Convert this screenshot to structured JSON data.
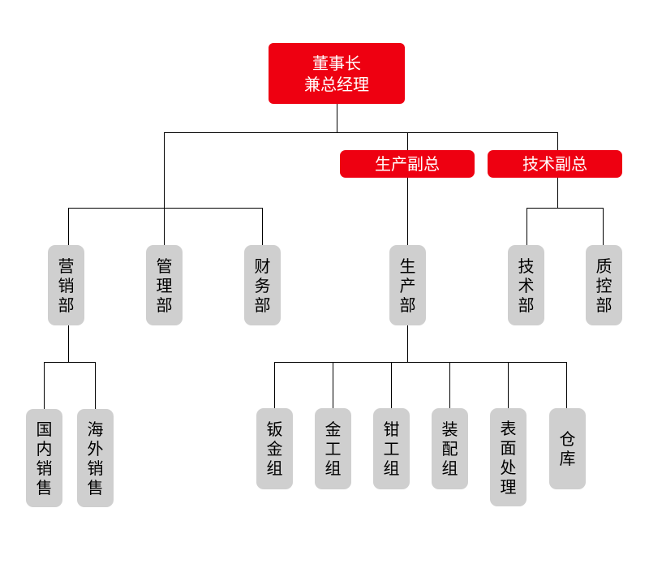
{
  "colors": {
    "executive": "#ee0011",
    "department": "#cfcfcf",
    "line": "#000000"
  },
  "top": {
    "line1": "董事长",
    "line2": "兼总经理"
  },
  "vp_production": "生产副总",
  "vp_technology": "技术副总",
  "departments": {
    "marketing": "营销部",
    "management": "管理部",
    "finance": "财务部",
    "production": "生产部",
    "technology": "技术部",
    "quality": "质控部"
  },
  "marketing_units": {
    "domestic": "国内销售",
    "overseas": "海外销售"
  },
  "production_units": {
    "sheet_metal": "钣金组",
    "metalwork": "金工组",
    "fitter": "钳工组",
    "assembly": "装配组",
    "surface": "表面处理",
    "warehouse": "仓库"
  }
}
